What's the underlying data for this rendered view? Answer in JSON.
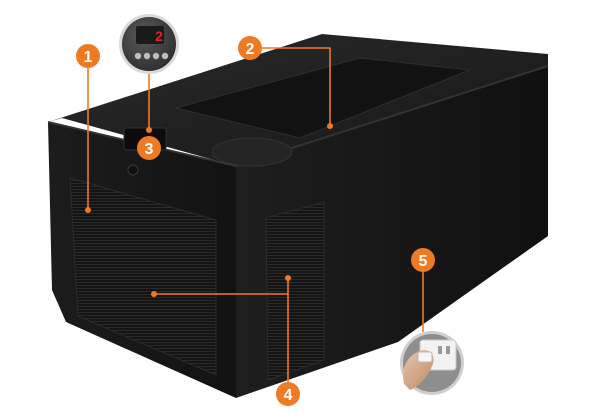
{
  "callouts": [
    {
      "number": "1"
    },
    {
      "number": "2"
    },
    {
      "number": "3"
    },
    {
      "number": "4"
    },
    {
      "number": "5"
    }
  ],
  "control_panel": {
    "display_reading": "2"
  },
  "colors": {
    "callout": "#ee7a24",
    "body_dark": "#1a1a1a",
    "body_edge": "#2b2b2b",
    "display_red": "#e8202a"
  }
}
